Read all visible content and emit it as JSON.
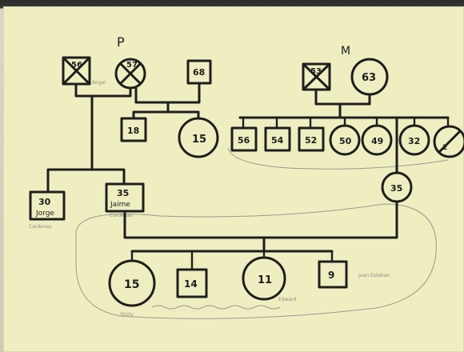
{
  "side_labels": {
    "paternal": "P",
    "maternal": "M"
  },
  "ages": {
    "pat_grandfather": "56",
    "pat_grandmother": "57",
    "pat_step_grandfather": "68",
    "pat_half_uncle": "18",
    "pat_half_aunt": "15",
    "mat_grandfather": "53",
    "mat_grandmother": "63",
    "mat_uncle_1": "56",
    "mat_uncle_2": "54",
    "mat_uncle_3": "52",
    "mat_aunt_1": "50",
    "mat_aunt_2": "49",
    "mat_aunt_3": "32",
    "mat_aunt_4": "2",
    "pat_uncle": "30",
    "father": "35",
    "mother": "35",
    "child_1": "15",
    "child_2": "14",
    "child_3": "11",
    "child_4": "9"
  },
  "names": {
    "pat_uncle": "Jorge",
    "father": "Jaime"
  },
  "pencil_notes": {
    "pat_grandfather": "Angel",
    "pat_uncle": "Cardenas",
    "father": "Cardenas",
    "child_1": "Shirly",
    "child_3": "Edward",
    "child_4": "Juan Esteban"
  },
  "colors": {
    "paper": "#efeec1",
    "ink": "#1e1e1e",
    "pencil": "#8e8e82"
  }
}
